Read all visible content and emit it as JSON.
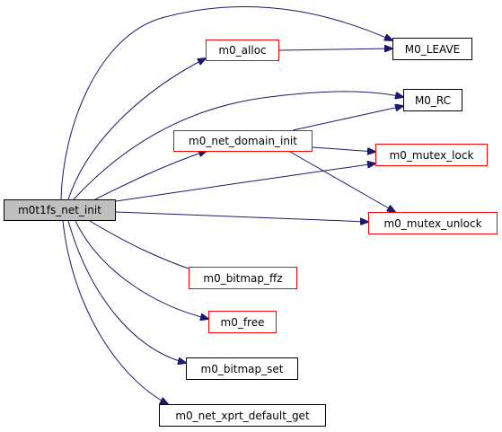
{
  "colors": {
    "edge": "#191970",
    "root_fill": "#bfbfbf",
    "link_border": "#ff0000",
    "plain_border": "#000000"
  },
  "nodes": {
    "root": "m0t1fs_net_init",
    "alloc": "m0_alloc",
    "leave": "M0_LEAVE",
    "rc": "M0_RC",
    "domain_init": "m0_net_domain_init",
    "mutex_lock": "m0_mutex_lock",
    "mutex_unlock": "m0_mutex_unlock",
    "bitmap_ffz": "m0_bitmap_ffz",
    "free": "m0_free",
    "bitmap_set": "m0_bitmap_set",
    "xprt_default_get": "m0_net_xprt_default_get"
  },
  "edges": [
    [
      "root",
      "leave"
    ],
    [
      "root",
      "alloc"
    ],
    [
      "root",
      "rc"
    ],
    [
      "root",
      "domain_init"
    ],
    [
      "root",
      "mutex_lock"
    ],
    [
      "root",
      "mutex_unlock"
    ],
    [
      "root",
      "bitmap_ffz"
    ],
    [
      "root",
      "free"
    ],
    [
      "root",
      "bitmap_set"
    ],
    [
      "root",
      "xprt_default_get"
    ],
    [
      "alloc",
      "leave"
    ],
    [
      "domain_init",
      "rc"
    ],
    [
      "domain_init",
      "mutex_lock"
    ],
    [
      "domain_init",
      "mutex_unlock"
    ]
  ]
}
